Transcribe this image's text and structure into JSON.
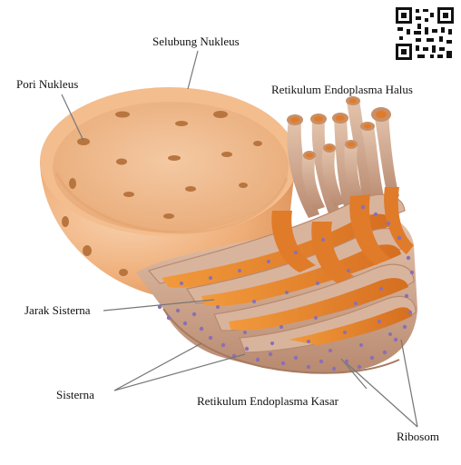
{
  "labels": {
    "nuclear_envelope": "Selubung Nukleus",
    "nuclear_pore": "Pori Nukleus",
    "smooth_er": "Retikulum Endoplasma Halus",
    "cisternal_space": "Jarak Sisterna",
    "cisterna": "Sisterna",
    "rough_er": "Retikulum Endoplasma Kasar",
    "ribosome": "Ribosom"
  },
  "colors": {
    "membrane_surface": "#d8b39a",
    "membrane_shadow": "#b98c72",
    "lumen": "#e8822a",
    "lumen_dark": "#c9651c",
    "nucleus_outer": "#f0b27a",
    "nucleus_inner": "#f6ccaa",
    "ribosome": "#8a6fb5",
    "leader_line": "#777777"
  },
  "qr_icon": "qr-code-icon"
}
